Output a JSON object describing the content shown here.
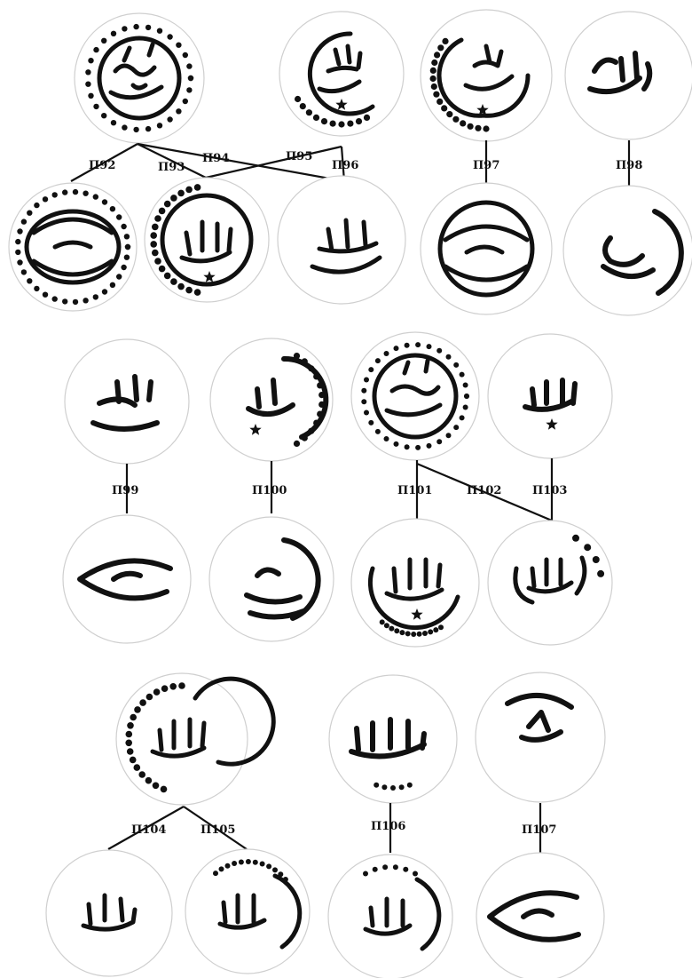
{
  "labels": {
    "p92": "П92",
    "p93": "П93",
    "p94": "П94",
    "p95": "П95",
    "p96": "П96",
    "p97": "П97",
    "p98": "П98",
    "p99": "П99",
    "p100": "П100",
    "p101": "П101",
    "p102": "П102",
    "p103": "П103",
    "p104": "П104",
    "p105": "П105",
    "p106": "П106",
    "p107": "П107"
  },
  "colors": {
    "ink": "#111111",
    "background": "#ffffff",
    "coin_outline": "#cfcfcf"
  }
}
